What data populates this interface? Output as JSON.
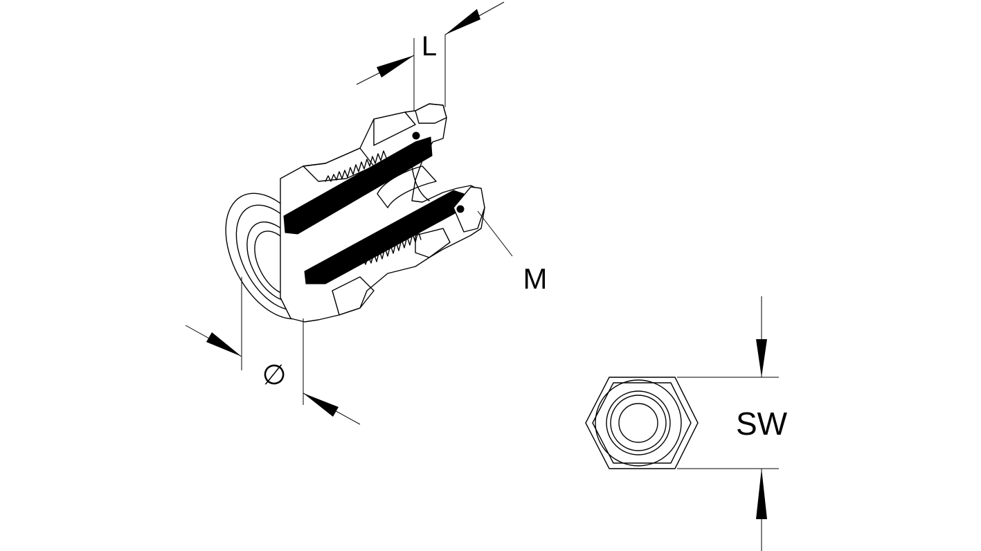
{
  "labels": {
    "length": "L",
    "thread": "M",
    "diameter": "∅",
    "wrench_size": "SW"
  }
}
